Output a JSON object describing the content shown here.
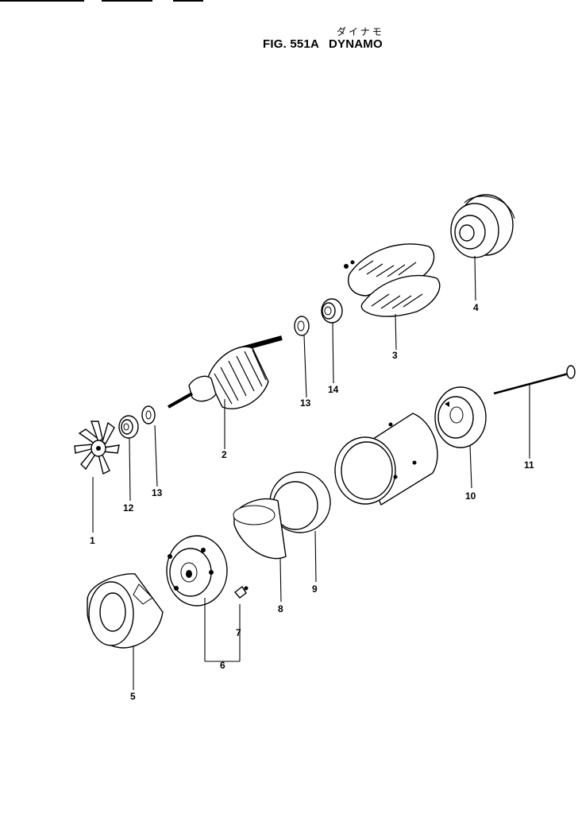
{
  "header": {
    "title_jp": "ダイナモ",
    "fig_number": "FIG. 551A",
    "fig_name": "DYNAMO"
  },
  "parts": {
    "p1": "1",
    "p2": "2",
    "p3": "3",
    "p4": "4",
    "p5": "5",
    "p6": "6",
    "p7": "7",
    "p8": "8",
    "p9": "9",
    "p10": "10",
    "p11": "11",
    "p12": "12",
    "p13a": "13",
    "p13b": "13",
    "p14": "14"
  }
}
